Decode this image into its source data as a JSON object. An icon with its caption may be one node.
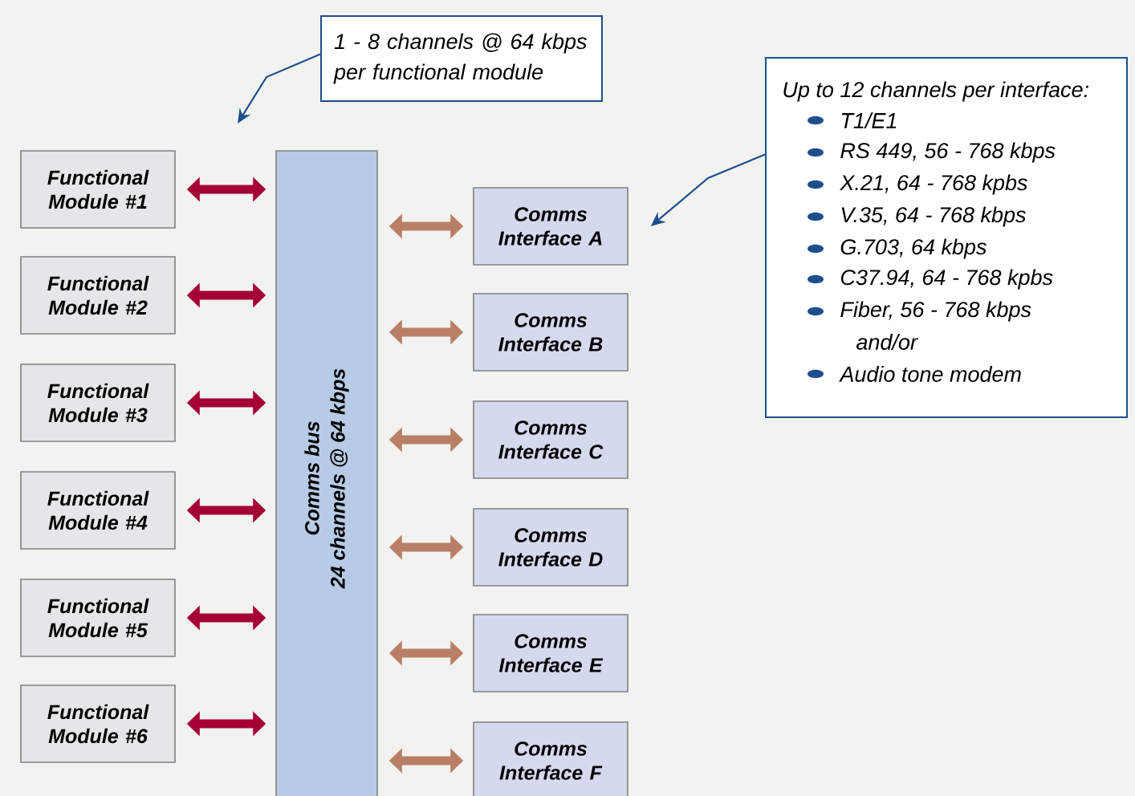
{
  "diagram": {
    "nodes": [
      {
        "text": [
          "1 - 8 channels @ 64 kbps per functional module"
        ]
      },
      {
        "text": [
          "Up to 12 channels per interface:",
          "T1/E1",
          "RS 449, 56 - 768 kbps",
          "X.21, 64 - 768 kpbs",
          "V.35, 64 - 768 kbps",
          "G.703, 64 kbps",
          "C37.94, 64 - 768 kpbs",
          "Fiber, 56 - 768 kbps",
          "and/or",
          "Audio tone modem"
        ]
      },
      {
        "text": [
          "Comms bus",
          "24 channels @ 64 kbps"
        ]
      },
      {
        "text": [
          "Functional Module #1"
        ]
      },
      {
        "text": [
          "Functional Module #2"
        ]
      },
      {
        "text": [
          "Functional Module #3"
        ]
      },
      {
        "text": [
          "Functional Module #4"
        ]
      },
      {
        "text": [
          "Functional Module #5"
        ]
      },
      {
        "text": [
          "Functional Module #6"
        ]
      },
      {
        "text": [
          "Comms Interface A"
        ]
      },
      {
        "text": [
          "Comms Interface B"
        ]
      },
      {
        "text": [
          "Comms Interface C"
        ]
      },
      {
        "text": [
          "Comms Interface D"
        ]
      },
      {
        "text": [
          "Comms Interface E"
        ]
      },
      {
        "text": [
          "Comms Interface F"
        ]
      }
    ],
    "edges": [
      {
        "from": 3,
        "to": 2,
        "arrow": "both"
      },
      {
        "from": 4,
        "to": 2,
        "arrow": "both"
      },
      {
        "from": 5,
        "to": 2,
        "arrow": "both"
      },
      {
        "from": 6,
        "to": 2,
        "arrow": "both"
      },
      {
        "from": 7,
        "to": 2,
        "arrow": "both"
      },
      {
        "from": 8,
        "to": 2,
        "arrow": "both"
      },
      {
        "from": 2,
        "to": 9,
        "arrow": "both",
        "color": "#b97f66"
      },
      {
        "from": 2,
        "to": 10,
        "arrow": "both",
        "color": "#b97f66"
      },
      {
        "from": 2,
        "to": 11,
        "arrow": "both",
        "color": "#b97f66"
      },
      {
        "from": 2,
        "to": 12,
        "arrow": "both",
        "color": "#b97f66"
      },
      {
        "from": 2,
        "to": 13,
        "arrow": "both",
        "color": "#b97f66"
      },
      {
        "from": 2,
        "to": 14,
        "arrow": "both",
        "color": "#b97f66"
      },
      {
        "from": 0,
        "to": null,
        "arrow": "to",
        "color": "#1f4e8c"
      },
      {
        "from": 1,
        "to": 9,
        "arrow": "to",
        "color": "#1f4e8c"
      }
    ]
  }
}
